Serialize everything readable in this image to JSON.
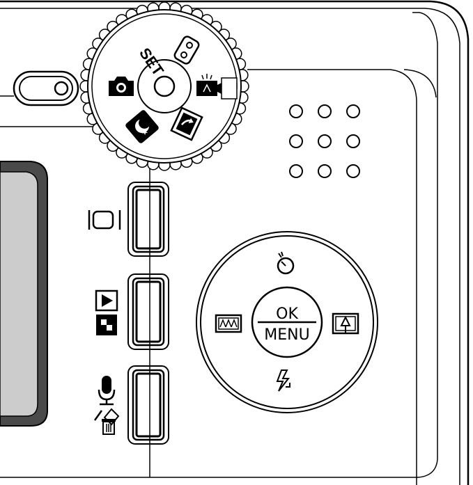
{
  "mode_dial": {
    "label_set": "SET",
    "modes": [
      "camera-mode-icon",
      "set-mode-label",
      "voice-record-mode-icon",
      "video-mode-icon",
      "playback-mode-icon",
      "night-scene-mode-icon"
    ]
  },
  "buttons": {
    "display": {
      "icon": "display-toggle-icon"
    },
    "playback": {
      "icons": [
        "playback-triangle-icon",
        "thumbnail-grid-icon"
      ]
    },
    "voice_delete": {
      "icons": [
        "microphone-icon",
        "trash-delete-icon"
      ]
    }
  },
  "nav_pad": {
    "ok_label": "OK",
    "menu_label": "MENU",
    "up": "self-timer-icon",
    "down": "flash-icon",
    "left": "landscape-macro-icon",
    "right": "macro-icon"
  },
  "speaker": {
    "holes": 9
  }
}
